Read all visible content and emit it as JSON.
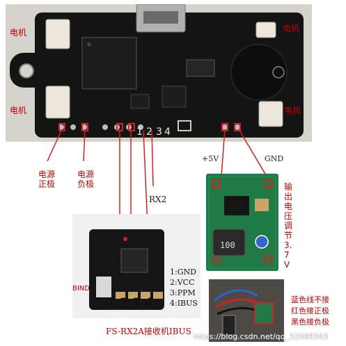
{
  "labels": {
    "motor_top_left": "电机",
    "motor_top_right": "电机",
    "motor_bottom_left": "电机",
    "motor_bottom_right": "电机",
    "power_pos_line1": "电源",
    "power_pos_line2": "正极",
    "power_neg_line1": "电源",
    "power_neg_line2": "负极",
    "plus5v": "+5V",
    "gnd": "GND",
    "rx2": "RX2",
    "output_vertical": "输出电压调节3.7V",
    "bind": "BIND",
    "receiver_caption": "FS-RX2A接收机IBUS",
    "blue_wire": "蓝色线不接",
    "red_wire": "红色接正极",
    "black_wire": "黑色接负极",
    "watermark": "https://blog.csdn.net/qq_32069343",
    "chip_100": "100"
  },
  "pin_numbers": [
    "1",
    "2",
    "3",
    "4"
  ],
  "pin_descriptions": [
    "1:GND",
    "2:VCC",
    "3:PPM",
    "4:IBUS"
  ],
  "colors": {
    "label_red": "#c00000",
    "wire_red": "#d32020",
    "pcb_black": "#141414",
    "module_green": "#1f7a46"
  }
}
